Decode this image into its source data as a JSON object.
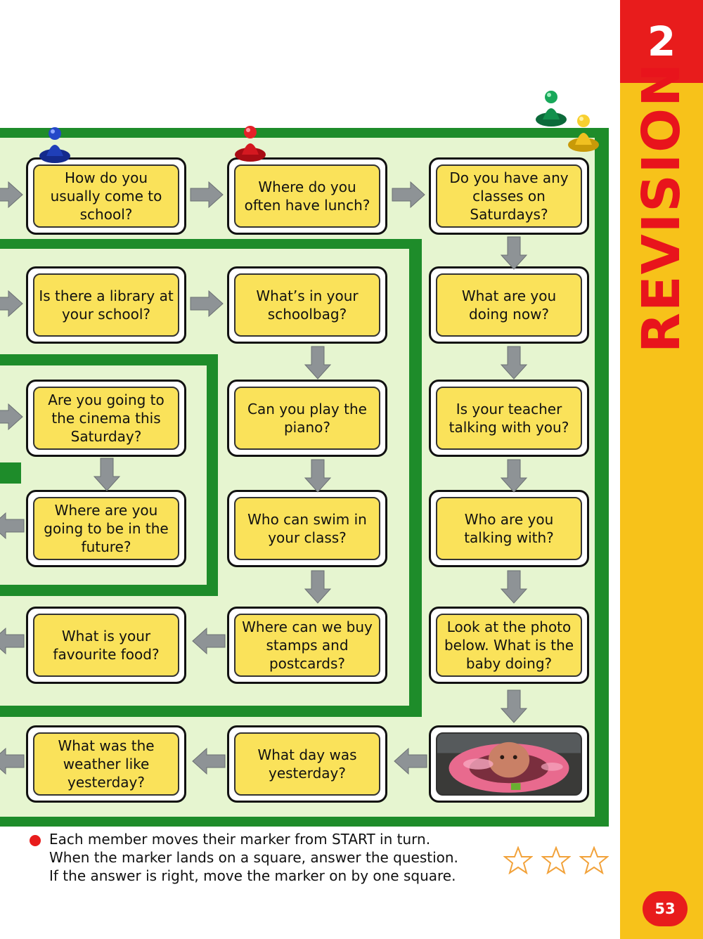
{
  "sidebar": {
    "unit_number": "2",
    "title": "REVISION",
    "page_number": "53"
  },
  "squares": [
    {
      "id": "r1c1",
      "text": "How do you usually come to school?"
    },
    {
      "id": "r1c2",
      "text": "Where do you often have lunch?"
    },
    {
      "id": "r1c3",
      "text": "Do you have any classes on Saturdays?"
    },
    {
      "id": "r2c1",
      "text": "Is there a library at your school?"
    },
    {
      "id": "r2c2",
      "text": "What’s in your schoolbag?"
    },
    {
      "id": "r2c3",
      "text": "What are you doing now?"
    },
    {
      "id": "r3c1",
      "text": "Are you going to the cinema this Saturday?"
    },
    {
      "id": "r3c2",
      "text": "Can you play the piano?"
    },
    {
      "id": "r3c3",
      "text": "Is your teacher talking with you?"
    },
    {
      "id": "r4c1",
      "text": "Where are you going to be in the future?"
    },
    {
      "id": "r4c2",
      "text": "Who can swim in your class?"
    },
    {
      "id": "r4c3",
      "text": "Who are you talking with?"
    },
    {
      "id": "r5c1",
      "text": "What is your favourite food?"
    },
    {
      "id": "r5c2",
      "text": "Where can we buy stamps and postcards?"
    },
    {
      "id": "r5c3",
      "text": "Look at the photo below. What is the baby doing?"
    },
    {
      "id": "r6c1",
      "text": "What was the weather like yesterday?"
    },
    {
      "id": "r6c2",
      "text": "What day was yesterday?"
    }
  ],
  "photo": {
    "description_icon": "baby-in-swim-ring-photo"
  },
  "instructions": "Each member moves their marker from START in turn. When the marker lands on a square, answer the question. If the answer is right, move the marker on by one square.",
  "rating": {
    "stars_total": 3,
    "stars_filled": 0
  },
  "colors": {
    "board_green": "#1e8c2a",
    "board_fill": "#e6f5d0",
    "square_yellow": "#fae25a",
    "sidebar_yellow": "#f7c21a",
    "sidebar_red": "#e81c1c",
    "arrow_grey": "#8e9396"
  },
  "pawns": [
    "blue",
    "red",
    "green",
    "yellow"
  ]
}
